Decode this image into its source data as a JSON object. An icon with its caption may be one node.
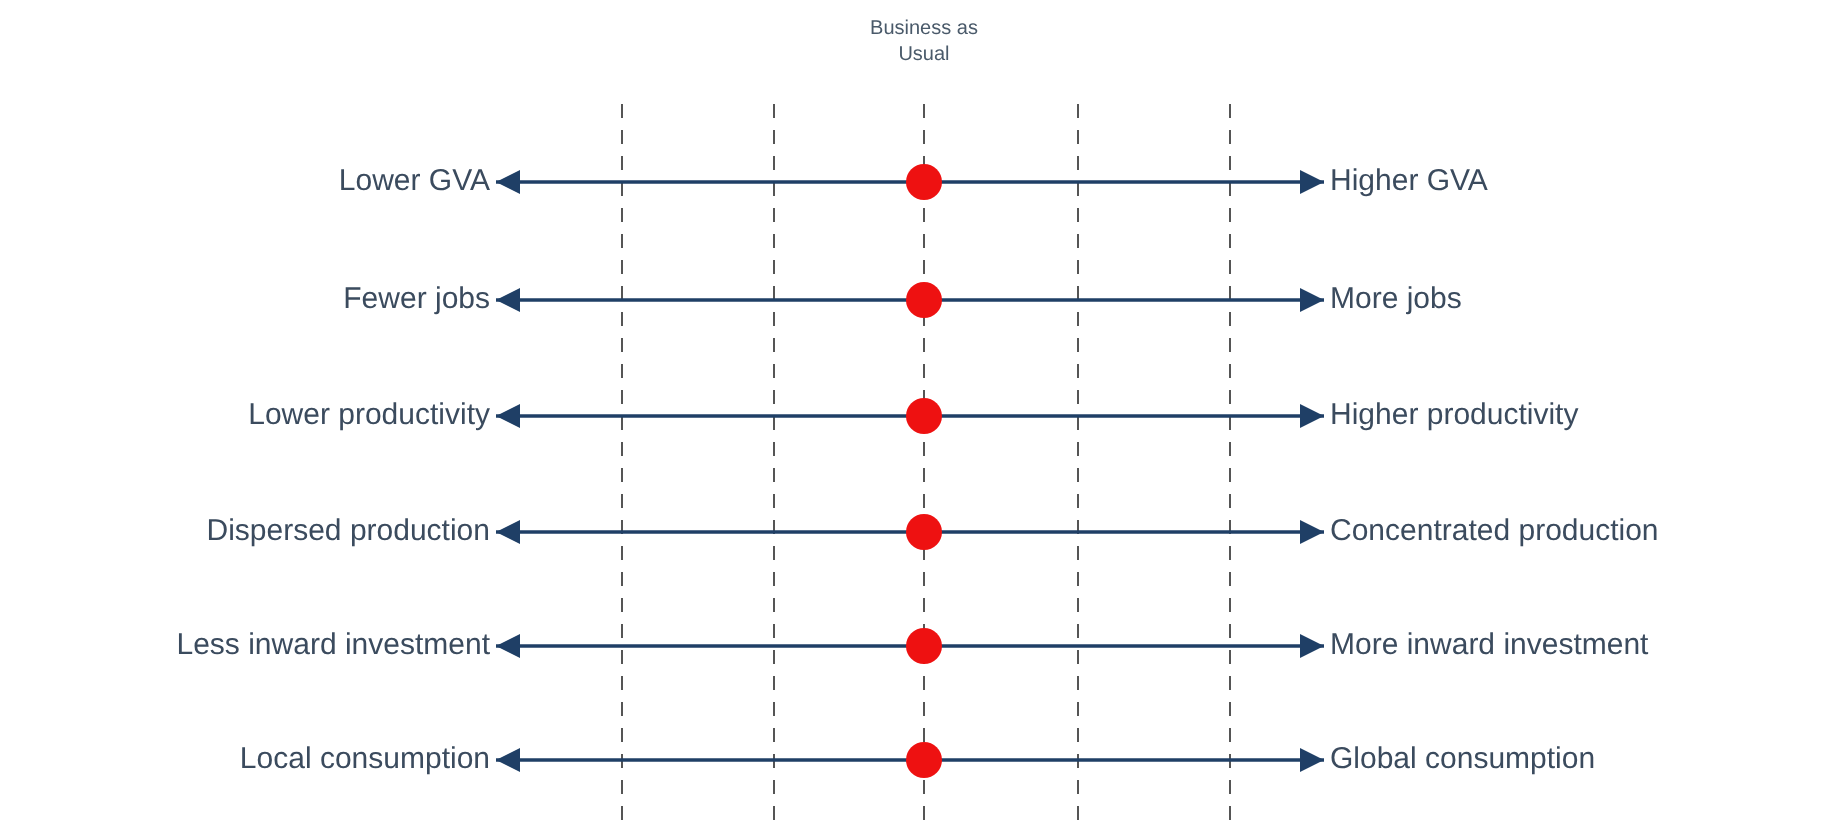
{
  "diagram": {
    "nodes": [
      {
        "text": [
          "Lower GVA"
        ]
      },
      {
        "text": [
          "Higher GVA"
        ]
      },
      {
        "text": [
          "Fewer jobs"
        ]
      },
      {
        "text": [
          "More jobs"
        ]
      },
      {
        "text": [
          "Lower productivity"
        ]
      },
      {
        "text": [
          "Higher productivity"
        ]
      },
      {
        "text": [
          "Dispersed production"
        ]
      },
      {
        "text": [
          "Concentrated production"
        ]
      },
      {
        "text": [
          "Less inward investment"
        ]
      },
      {
        "text": [
          "More inward investment"
        ]
      },
      {
        "text": [
          "Local consumption"
        ]
      },
      {
        "text": [
          "Global consumption"
        ]
      }
    ],
    "edges": [
      {
        "from": 0,
        "to": 1,
        "arrow": "both"
      },
      {
        "from": 2,
        "to": 3,
        "arrow": "both"
      },
      {
        "from": 4,
        "to": 5,
        "arrow": "both"
      },
      {
        "from": 6,
        "to": 7,
        "arrow": "both"
      },
      {
        "from": 8,
        "to": 9,
        "arrow": "both"
      },
      {
        "from": 10,
        "to": 11,
        "arrow": "both"
      }
    ],
    "labels": [
      "Business as Usual"
    ]
  }
}
